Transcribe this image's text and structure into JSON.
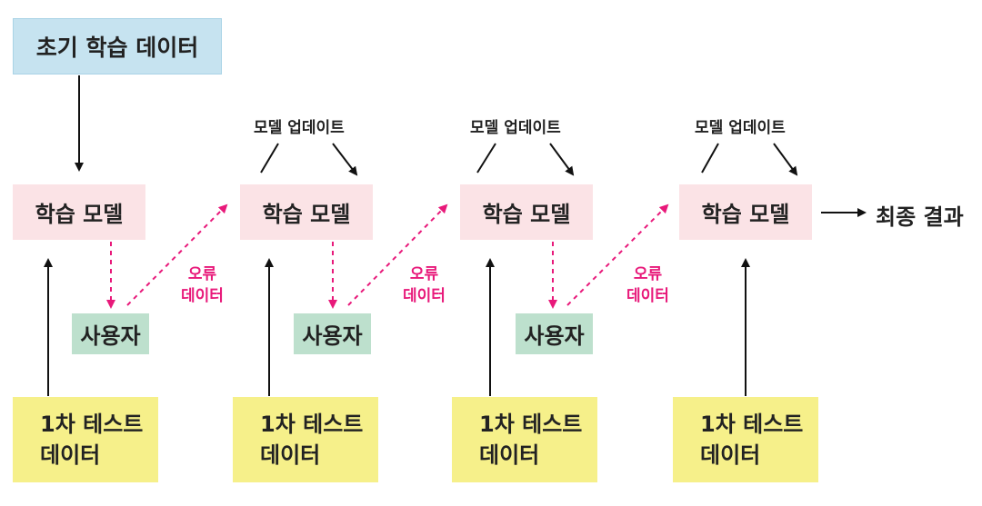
{
  "initial_data": "초기 학습 데이터",
  "model_label": "학습 모델",
  "user_label": "사용자",
  "test_label": "1차 테스트 데이터",
  "update_label": "모델 업데이트",
  "error_label": "오류 데이터",
  "final_label": "최종 결과",
  "colors": {
    "initial_fill": "#c6e3f0",
    "model_fill": "#fbe3e6",
    "user_fill": "#bde0cd",
    "test_fill": "#f6f08a",
    "error_arrow": "#e8197a",
    "arrow": "#111111"
  }
}
